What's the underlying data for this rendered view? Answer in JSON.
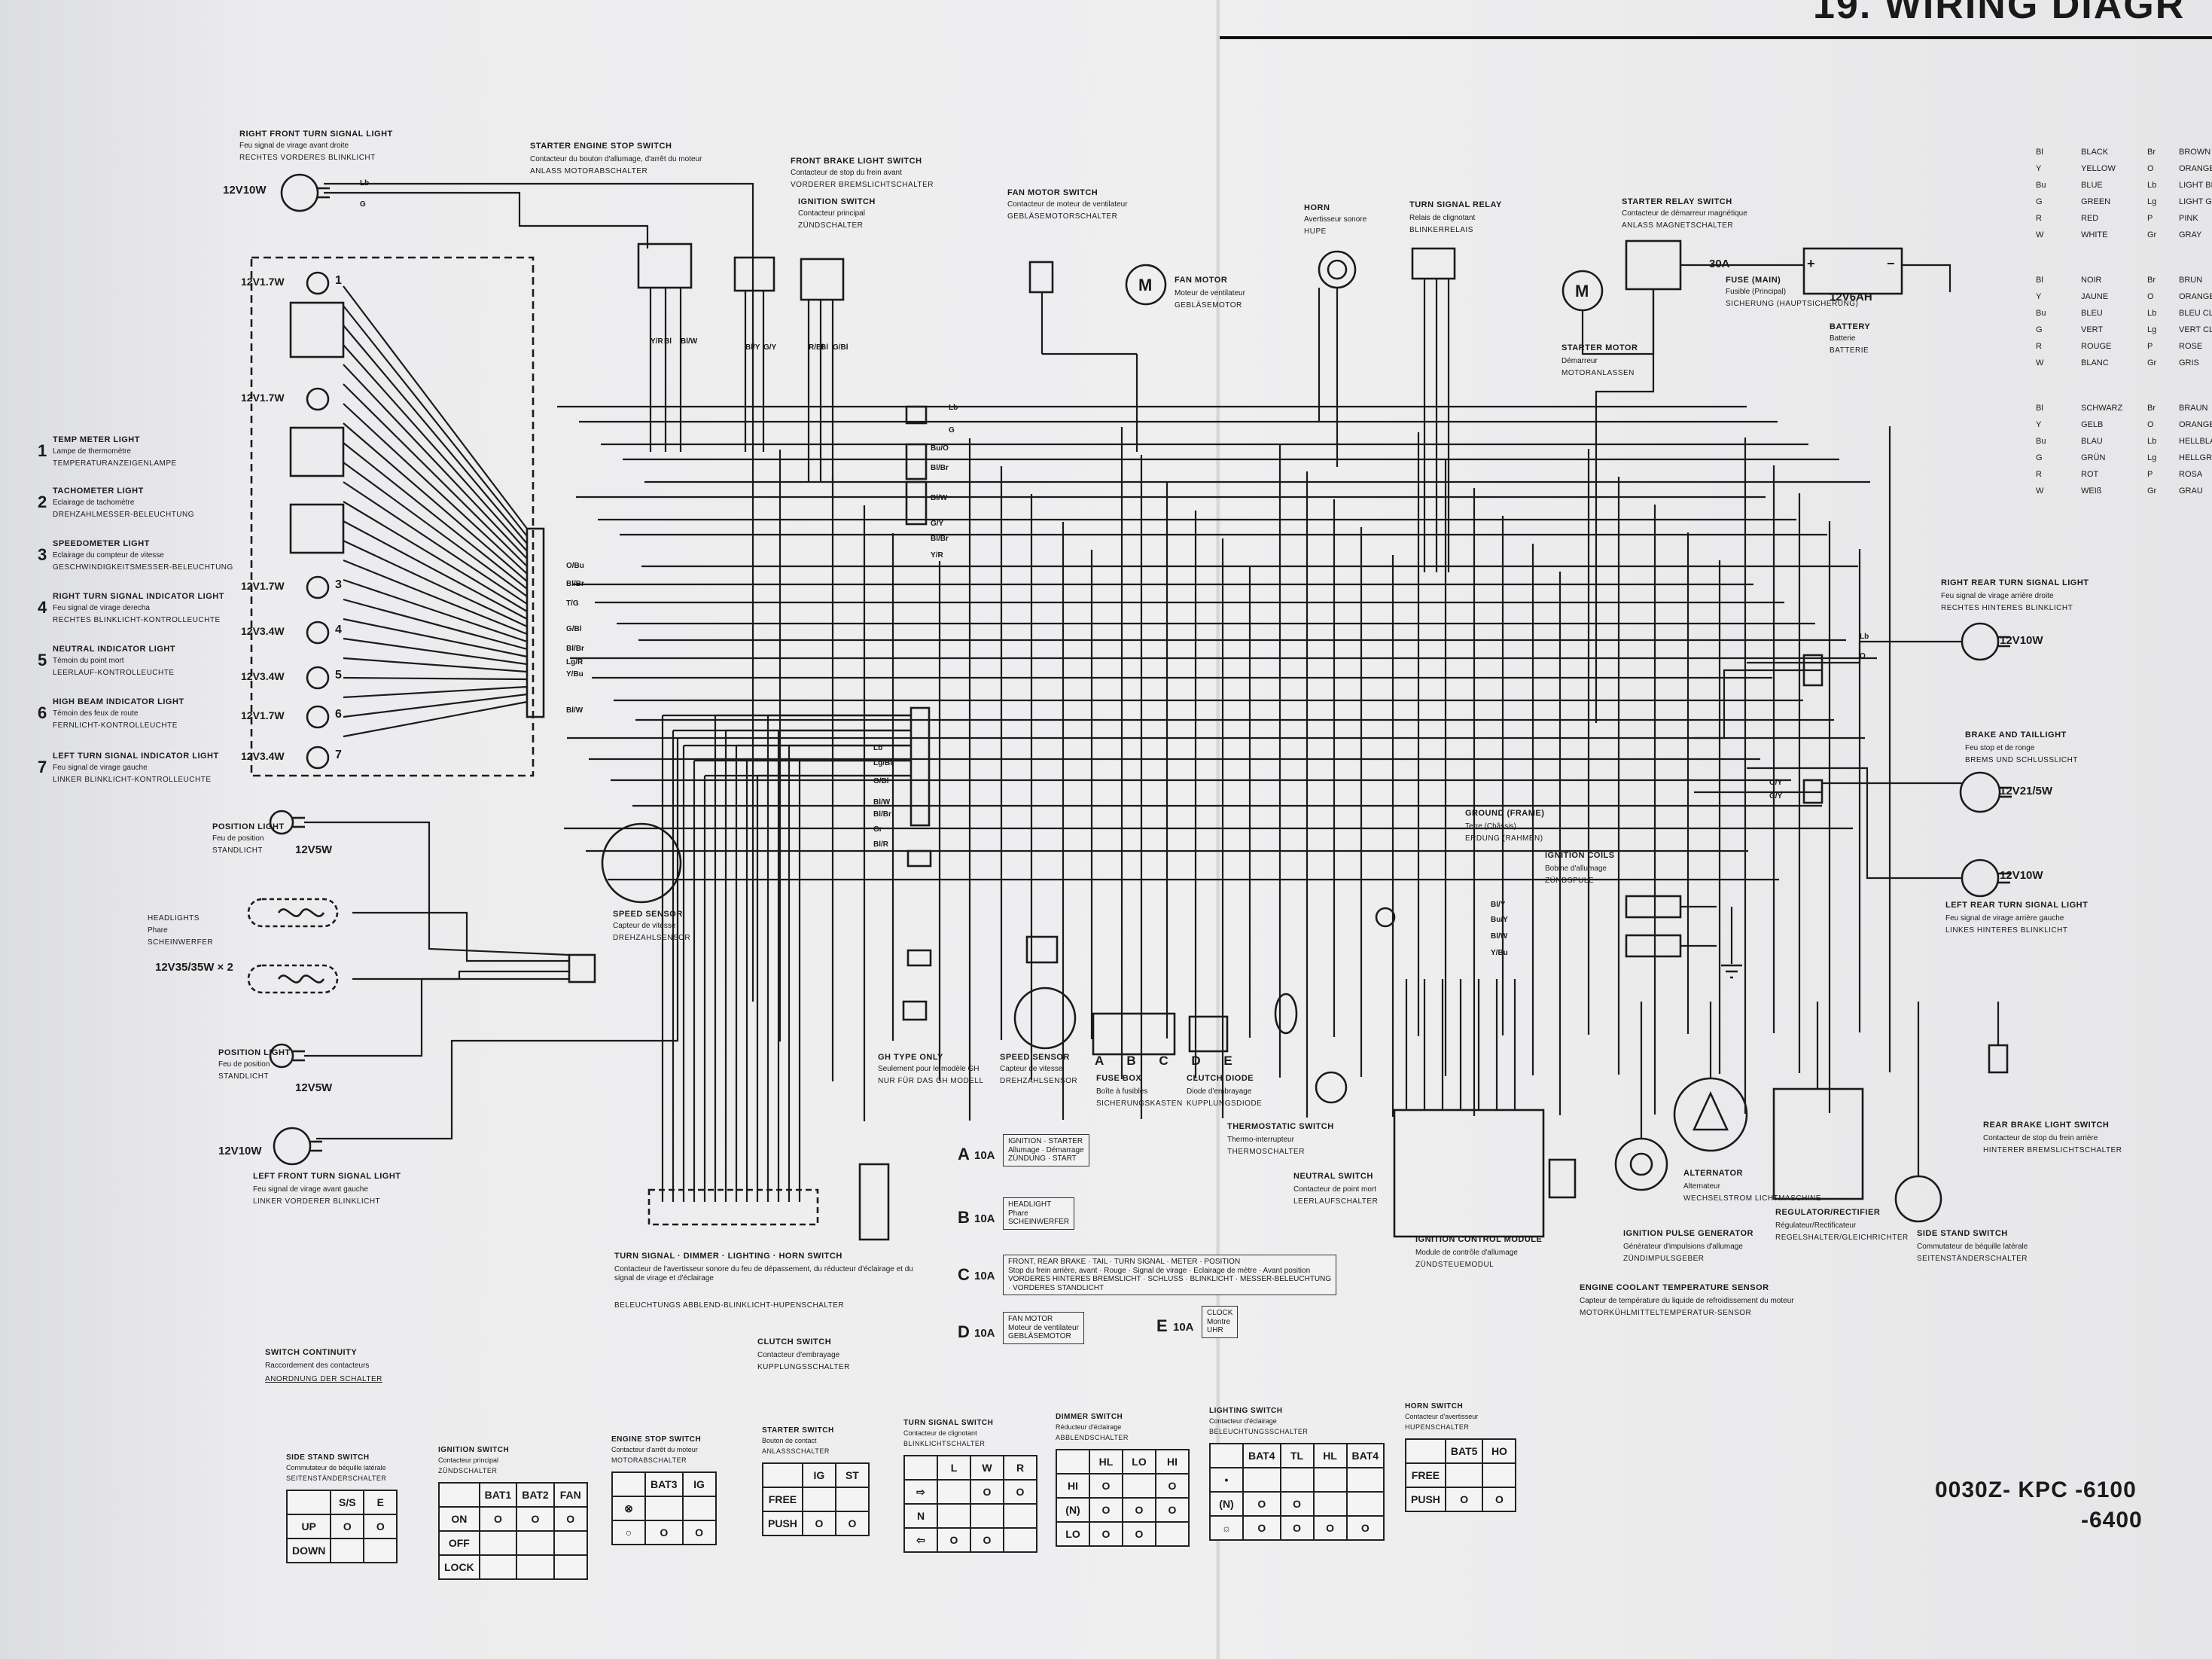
{
  "header": {
    "title": "19. WIRING DIAGR"
  },
  "doc_code": {
    "line1": "0030Z- KPC -6100",
    "line2": "-6400"
  },
  "components": {
    "rf_turn": {
      "name": "RIGHT FRONT TURN SIGNAL LIGHT",
      "fr": "Feu signal de virage avant droite",
      "de": "RECHTES VORDERES BLINKLICHT",
      "spec": "12V10W"
    },
    "starter_engine_stop": {
      "name": "STARTER ENGINE STOP SWITCH",
      "fr": "Contacteur du bouton d'allumage, d'arrêt du moteur",
      "de": "ANLASS MOTORABSCHALTER"
    },
    "front_brake": {
      "name": "FRONT BRAKE LIGHT SWITCH",
      "fr": "Contacteur de stop du frein avant",
      "de": "VORDERER BREMSLICHTSCHALTER"
    },
    "ignition_switch": {
      "name": "IGNITION SWITCH",
      "fr": "Contacteur principal",
      "de": "ZÜNDSCHALTER"
    },
    "fan_motor_switch": {
      "name": "FAN MOTOR SWITCH",
      "fr": "Contacteur de moteur de ventilateur",
      "de": "GEBLÄSEMOTORSCHALTER"
    },
    "fan_motor": {
      "name": "FAN MOTOR",
      "fr": "Moteur de ventilateur",
      "de": "GEBLÄSEMOTOR"
    },
    "horn": {
      "name": "HORN",
      "fr": "Avertisseur sonore",
      "de": "HUPE"
    },
    "turn_relay": {
      "name": "TURN SIGNAL RELAY",
      "fr": "Relais de clignotant",
      "de": "BLINKERRELAIS"
    },
    "starter_relay": {
      "name": "STARTER RELAY SWITCH",
      "fr": "Contacteur de démarreur magnétique",
      "de": "ANLASS MAGNETSCHALTER"
    },
    "starter_motor": {
      "name": "STARTER MOTOR",
      "fr": "Démarreur",
      "de": "MOTORANLASSEN"
    },
    "fuse_main": {
      "name": "FUSE (MAIN)",
      "fr": "Fusible (Principal)",
      "de": "SICHERUNG (HAUPTSICHERUNG)",
      "amp": "30A"
    },
    "battery": {
      "name": "BATTERY",
      "fr": "Batterie",
      "de": "BATTERIE",
      "spec": "12V6AH"
    },
    "temp_meter": {
      "num": "1",
      "name": "TEMP METER LIGHT",
      "fr": "Lampe de thermomètre",
      "de": "TEMPERATURANZEIGENLAMPE"
    },
    "tacho": {
      "num": "2",
      "name": "TACHOMETER LIGHT",
      "fr": "Eclairage de tachomètre",
      "de": "DREHZAHLMESSER-BELEUCHTUNG"
    },
    "speedo": {
      "num": "3",
      "name": "SPEEDOMETER LIGHT",
      "fr": "Eclairage du compteur de vitesse",
      "de": "GESCHWINDIGKEITSMESSER-BELEUCHTUNG"
    },
    "r_ind": {
      "num": "4",
      "name": "RIGHT TURN SIGNAL INDICATOR LIGHT",
      "fr": "Feu signal de virage derecha",
      "de": "RECHTES BLINKLICHT-KONTROLLEUCHTE"
    },
    "neutral_ind": {
      "num": "5",
      "name": "NEUTRAL INDICATOR LIGHT",
      "fr": "Témoin du point mort",
      "de": "LEERLAUF-KONTROLLEUCHTE"
    },
    "hb_ind": {
      "num": "6",
      "name": "HIGH BEAM INDICATOR LIGHT",
      "fr": "Témoin des feux de route",
      "de": "FERNLICHT-KONTROLLEUCHTE"
    },
    "l_ind": {
      "num": "7",
      "name": "LEFT TURN SIGNAL INDICATOR LIGHT",
      "fr": "Feu signal de virage gauche",
      "de": "LINKER BLINKLICHT-KONTROLLEUCHTE"
    },
    "position_top": {
      "name": "POSITION LIGHT",
      "fr": "Feu de position",
      "de": "STANDLICHT",
      "spec": "12V5W"
    },
    "headlight": {
      "name": "HEADLIGHTS",
      "fr": "Phare",
      "de": "SCHEINWERFER",
      "spec": "12V35/35W × 2"
    },
    "position_bot": {
      "name": "POSITION LIGHT",
      "fr": "Feu de position",
      "de": "STANDLICHT",
      "spec": "12V5W"
    },
    "lf_turn": {
      "name": "LEFT FRONT TURN SIGNAL LIGHT",
      "fr": "Feu signal de virage avant gauche",
      "de": "LINKER VORDERER BLINKLICHT",
      "spec": "12V10W"
    },
    "speed_sensor_top": {
      "name": "SPEED SENSOR",
      "fr": "Capteur de vitesse",
      "de": "DREHZAHLSENSOR"
    },
    "speed_sensor_bot": {
      "name": "SPEED SENSOR",
      "fr": "Capteur de vitesse",
      "de": "DREHZAHLSENSOR"
    },
    "gh_only": {
      "name": "GH TYPE ONLY",
      "fr": "Seulement pour le modèle GH",
      "de": "NUR FÜR DAS GH MODELL"
    },
    "fuse_box": {
      "name": "FUSE BOX",
      "fr": "Boîte à fusibles",
      "de": "SICHERUNGSKASTEN",
      "slots": "A B C D E"
    },
    "clutch_diode": {
      "name": "CLUTCH DIODE",
      "fr": "Diode d'embrayage",
      "de": "KUPPLUNGSDIODE"
    },
    "thermostatic": {
      "name": "THERMOSTATIC SWITCH",
      "fr": "Thermo-interrupteur",
      "de": "THERMOSCHALTER"
    },
    "neutral_sw": {
      "name": "NEUTRAL SWITCH",
      "fr": "Contacteur de point mort",
      "de": "LEERLAUFSCHALTER"
    },
    "ground": {
      "name": "GROUND (FRAME)",
      "fr": "Terre (Châssis)",
      "de": "ERDUNG (RAHMEN)"
    },
    "ign_coils": {
      "name": "IGNITION COILS",
      "fr": "Bobine d'allumage",
      "de": "ZÜNDSPULE"
    },
    "icm": {
      "name": "IGNITION CONTROL MODULE",
      "fr": "Module de contrôle d'allumage",
      "de": "ZÜNDSTEUEMODUL"
    },
    "pulse_gen": {
      "name": "IGNITION PULSE GENERATOR",
      "fr": "Générateur d'impulsions d'allumage",
      "de": "ZÜNDIMPULSGEBER"
    },
    "alternator": {
      "name": "ALTERNATOR",
      "fr": "Alternateur",
      "de": "WECHSELSTROM LICHTMASCHINE"
    },
    "regulator": {
      "name": "REGULATOR/RECTIFIER",
      "fr": "Régulateur/Rectificateur",
      "de": "REGELSHALTER/GLEICHRICHTER"
    },
    "side_stand_sw": {
      "name": "SIDE STAND SWITCH",
      "fr": "Commutateur de béquille latérale",
      "de": "SEITENSTÄNDERSCHALTER"
    },
    "coolant_sensor": {
      "name": "ENGINE COOLANT TEMPERATURE SENSOR",
      "fr": "Capteur de température du liquide de refroidissement du moteur",
      "de": "MOTORKÜHLMITTELTEMPERATUR-SENSOR"
    },
    "rear_brake_sw": {
      "name": "REAR BRAKE LIGHT SWITCH",
      "fr": "Contacteur de stop du frein arrière",
      "de": "HINTERER BREMSLICHTSCHALTER"
    },
    "rr_turn": {
      "name": "RIGHT REAR TURN SIGNAL LIGHT",
      "fr": "Feu signal de virage arrière droite",
      "de": "RECHTES HINTERES BLINKLICHT",
      "spec": "12V10W"
    },
    "brake_tail": {
      "name": "BRAKE AND TAILLIGHT",
      "fr": "Feu stop et de ronge",
      "de": "BREMS UND SCHLUSSLICHT",
      "spec": "12V21/5W"
    },
    "lr_turn": {
      "name": "LEFT REAR TURN SIGNAL LIGHT",
      "fr": "Feu signal de virage arrière gauche",
      "de": "LINKES HINTERES BLINKLICHT",
      "spec": "12V10W"
    },
    "handlebar_sw": {
      "name": "TURN SIGNAL · DIMMER · LIGHTING · HORN SWITCH",
      "fr": "Contacteur de l'avertisseur sonore du feu de dépassement, du réducteur d'éclairage et du signal de virage et d'éclairage",
      "de": "BELEUCHTUNGS ABBLEND-BLINKLICHT-HUPENSCHALTER"
    },
    "clutch_sw": {
      "name": "CLUTCH SWITCH",
      "fr": "Contacteur d'embrayage",
      "de": "KUPPLUNGSSCHALTER"
    }
  },
  "lamp_specs": [
    "12V1.7W",
    "12V1.7W",
    "12V1.7W",
    "12V3.4W",
    "12V3.4W",
    "12V1.7W",
    "12V3.4W"
  ],
  "fuses": [
    {
      "id": "A",
      "amp": "10A",
      "desc": "IGNITION · STARTER\nAllumage · Démarrage\nZÜNDUNG · START"
    },
    {
      "id": "B",
      "amp": "10A",
      "desc": "HEADLIGHT\nPhare\nSCHEINWERFER"
    },
    {
      "id": "C",
      "amp": "10A",
      "desc": "FRONT, REAR BRAKE · TAIL · TURN SIGNAL · METER · POSITION\nStop du frein arrière, avant · Rouge · Signal de virage · Eclairage de mètre · Avant position\nVORDERES HINTERES BREMSLICHT · SCHLUSS · BLINKLICHT · MESSER-BELEUCHTUNG\n· VORDERES STANDLICHT"
    },
    {
      "id": "D",
      "amp": "10A",
      "desc": "FAN MOTOR\nMoteur de ventilateur\nGEBLÄSEMOTOR"
    },
    {
      "id": "E",
      "amp": "10A",
      "desc": "CLOCK\nMontre\nUHR"
    }
  ],
  "color_key": {
    "english": [
      [
        "Bl",
        "BLACK",
        "Br",
        "BROWN"
      ],
      [
        "Y",
        "YELLOW",
        "O",
        "ORANGE"
      ],
      [
        "Bu",
        "BLUE",
        "Lb",
        "LIGHT BLUE"
      ],
      [
        "G",
        "GREEN",
        "Lg",
        "LIGHT GREEN"
      ],
      [
        "R",
        "RED",
        "P",
        "PINK"
      ],
      [
        "W",
        "WHITE",
        "Gr",
        "GRAY"
      ]
    ],
    "french": [
      [
        "Bl",
        "NOIR",
        "Br",
        "BRUN"
      ],
      [
        "Y",
        "JAUNE",
        "O",
        "ORANGE"
      ],
      [
        "Bu",
        "BLEU",
        "Lb",
        "BLEU CLAIR"
      ],
      [
        "G",
        "VERT",
        "Lg",
        "VERT CLAIR"
      ],
      [
        "R",
        "ROUGE",
        "P",
        "ROSE"
      ],
      [
        "W",
        "BLANC",
        "Gr",
        "GRIS"
      ]
    ],
    "german": [
      [
        "Bl",
        "SCHWARZ",
        "Br",
        "BRAUN"
      ],
      [
        "Y",
        "GELB",
        "O",
        "ORANGE"
      ],
      [
        "Bu",
        "BLAU",
        "Lb",
        "HELLBLAU"
      ],
      [
        "G",
        "GRÜN",
        "Lg",
        "HELLGRÜN"
      ],
      [
        "R",
        "ROT",
        "P",
        "ROSA"
      ],
      [
        "W",
        "WEIß",
        "Gr",
        "GRAU"
      ]
    ]
  },
  "switch_continuity": {
    "title": "SWITCH CONTINUITY",
    "fr": "Raccordement des contacteurs",
    "de": "ANORDNUNG DER SCHALTER",
    "tables": [
      {
        "name": "SIDE STAND SWITCH",
        "fr": "Commutateur de béquille latérale",
        "de": "SEITENSTÄNDERSCHALTER",
        "header": [
          "",
          "S/S",
          "E"
        ],
        "rows": [
          [
            "UP",
            "O",
            "O"
          ],
          [
            "DOWN",
            "",
            ""
          ]
        ]
      },
      {
        "name": "IGNITION SWITCH",
        "fr": "Contacteur principal",
        "de": "ZÜNDSCHALTER",
        "header": [
          "",
          "BAT1",
          "BAT2",
          "FAN"
        ],
        "rows": [
          [
            "ON",
            "O",
            "O",
            "O"
          ],
          [
            "OFF",
            "",
            "",
            ""
          ],
          [
            "LOCK",
            "",
            "",
            ""
          ]
        ]
      },
      {
        "name": "ENGINE STOP SWITCH",
        "fr": "Contacteur d'arrêt du moteur",
        "de": "MOTORABSCHALTER",
        "header": [
          "",
          "BAT3",
          "IG"
        ],
        "rows": [
          [
            "⊗",
            "",
            ""
          ],
          [
            "○",
            "O",
            "O"
          ]
        ]
      },
      {
        "name": "STARTER SWITCH",
        "fr": "Bouton de contact",
        "de": "ANLASSSCHALTER",
        "header": [
          "",
          "IG",
          "ST"
        ],
        "rows": [
          [
            "FREE",
            "",
            ""
          ],
          [
            "PUSH",
            "O",
            "O"
          ]
        ]
      },
      {
        "name": "TURN SIGNAL SWITCH",
        "fr": "Contacteur de clignotant",
        "de": "BLINKLICHTSCHALTER",
        "header": [
          "",
          "L",
          "W",
          "R"
        ],
        "rows": [
          [
            "⇨",
            "",
            "O",
            "O"
          ],
          [
            "N",
            "",
            "",
            ""
          ],
          [
            "⇦",
            "O",
            "O",
            ""
          ]
        ]
      },
      {
        "name": "DIMMER SWITCH",
        "fr": "Réducteur d'éclairage",
        "de": "ABBLENDSCHALTER",
        "header": [
          "",
          "HL",
          "LO",
          "HI"
        ],
        "rows": [
          [
            "HI",
            "O",
            "",
            "O"
          ],
          [
            "(N)",
            "O",
            "O",
            "O"
          ],
          [
            "LO",
            "O",
            "O",
            ""
          ]
        ]
      },
      {
        "name": "LIGHTING SWITCH",
        "fr": "Contacteur d'éclairage",
        "de": "BELEUCHTUNGSSCHALTER",
        "header": [
          "",
          "BAT4",
          "TL",
          "HL",
          "BAT4"
        ],
        "rows": [
          [
            "•",
            "",
            "",
            "",
            ""
          ],
          [
            "(N)",
            "O",
            "O",
            "",
            ""
          ],
          [
            "☼",
            "O",
            "O",
            "O",
            "O"
          ]
        ]
      },
      {
        "name": "HORN SWITCH",
        "fr": "Contacteur d'avertisseur",
        "de": "HUPENSCHALTER",
        "header": [
          "",
          "BAT5",
          "HO"
        ],
        "rows": [
          [
            "FREE",
            "",
            ""
          ],
          [
            "PUSH",
            "O",
            "O"
          ]
        ]
      }
    ]
  }
}
